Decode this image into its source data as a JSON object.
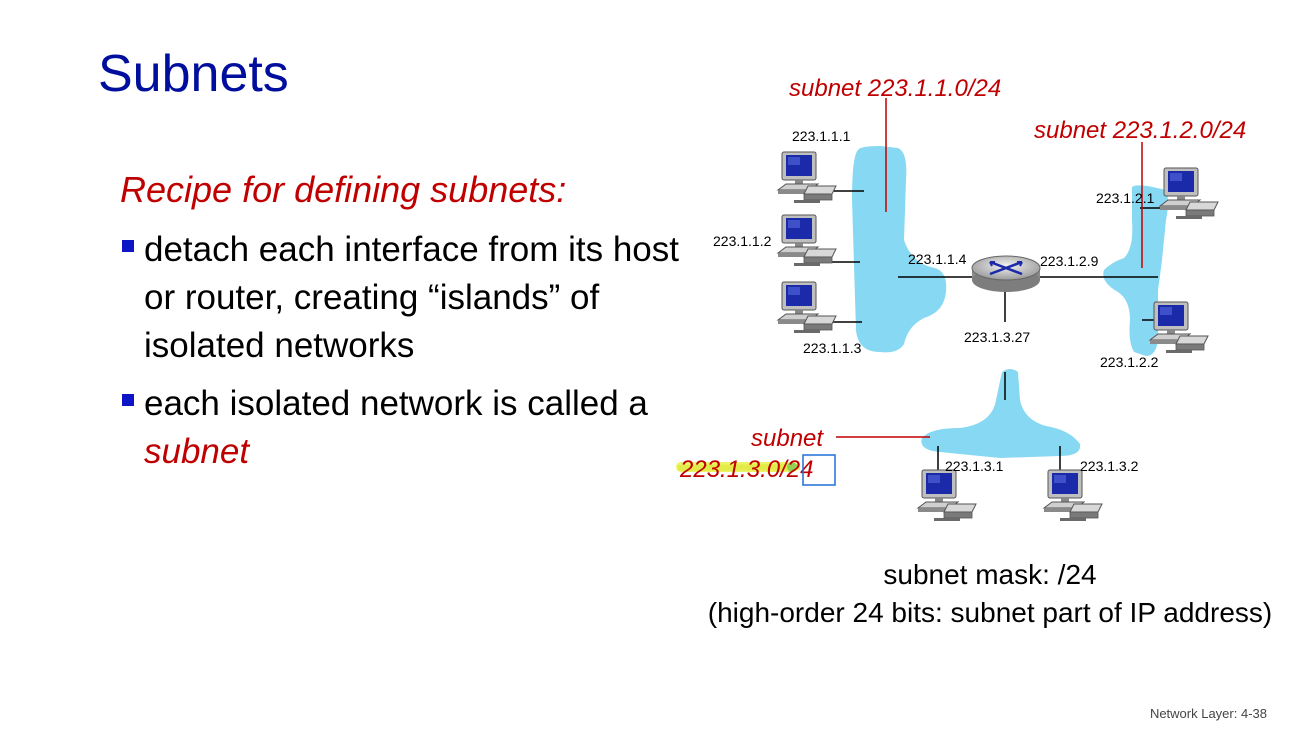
{
  "title": "Subnets",
  "recipe_heading": "Recipe for defining subnets:",
  "bullets": [
    {
      "text": "detach each interface from its host or router, creating “islands” of isolated networks"
    },
    {
      "text_before": "each isolated network is called a ",
      "emphasis": "subnet"
    }
  ],
  "diagram": {
    "subnet_labels": [
      "subnet 223.1.1.0/24",
      "subnet 223.1.2.0/24",
      "subnet",
      "223.1.3.0/24"
    ],
    "addresses": {
      "h111": "223.1.1.1",
      "h112": "223.1.1.2",
      "h113": "223.1.1.3",
      "r114": "223.1.1.4",
      "r129": "223.1.2.9",
      "h121": "223.1.2.1",
      "h122": "223.1.2.2",
      "r1327": "223.1.3.27",
      "h131": "223.1.3.1",
      "h132": "223.1.3.2"
    },
    "colors": {
      "subnet_fill": "#87d8f2",
      "label_red": "#c00000",
      "title_blue": "#000e9e"
    }
  },
  "caption": {
    "line1": "subnet mask: /24",
    "line2": "(high-order 24 bits: subnet part of IP address)"
  },
  "footer": "Network Layer: 4-38"
}
